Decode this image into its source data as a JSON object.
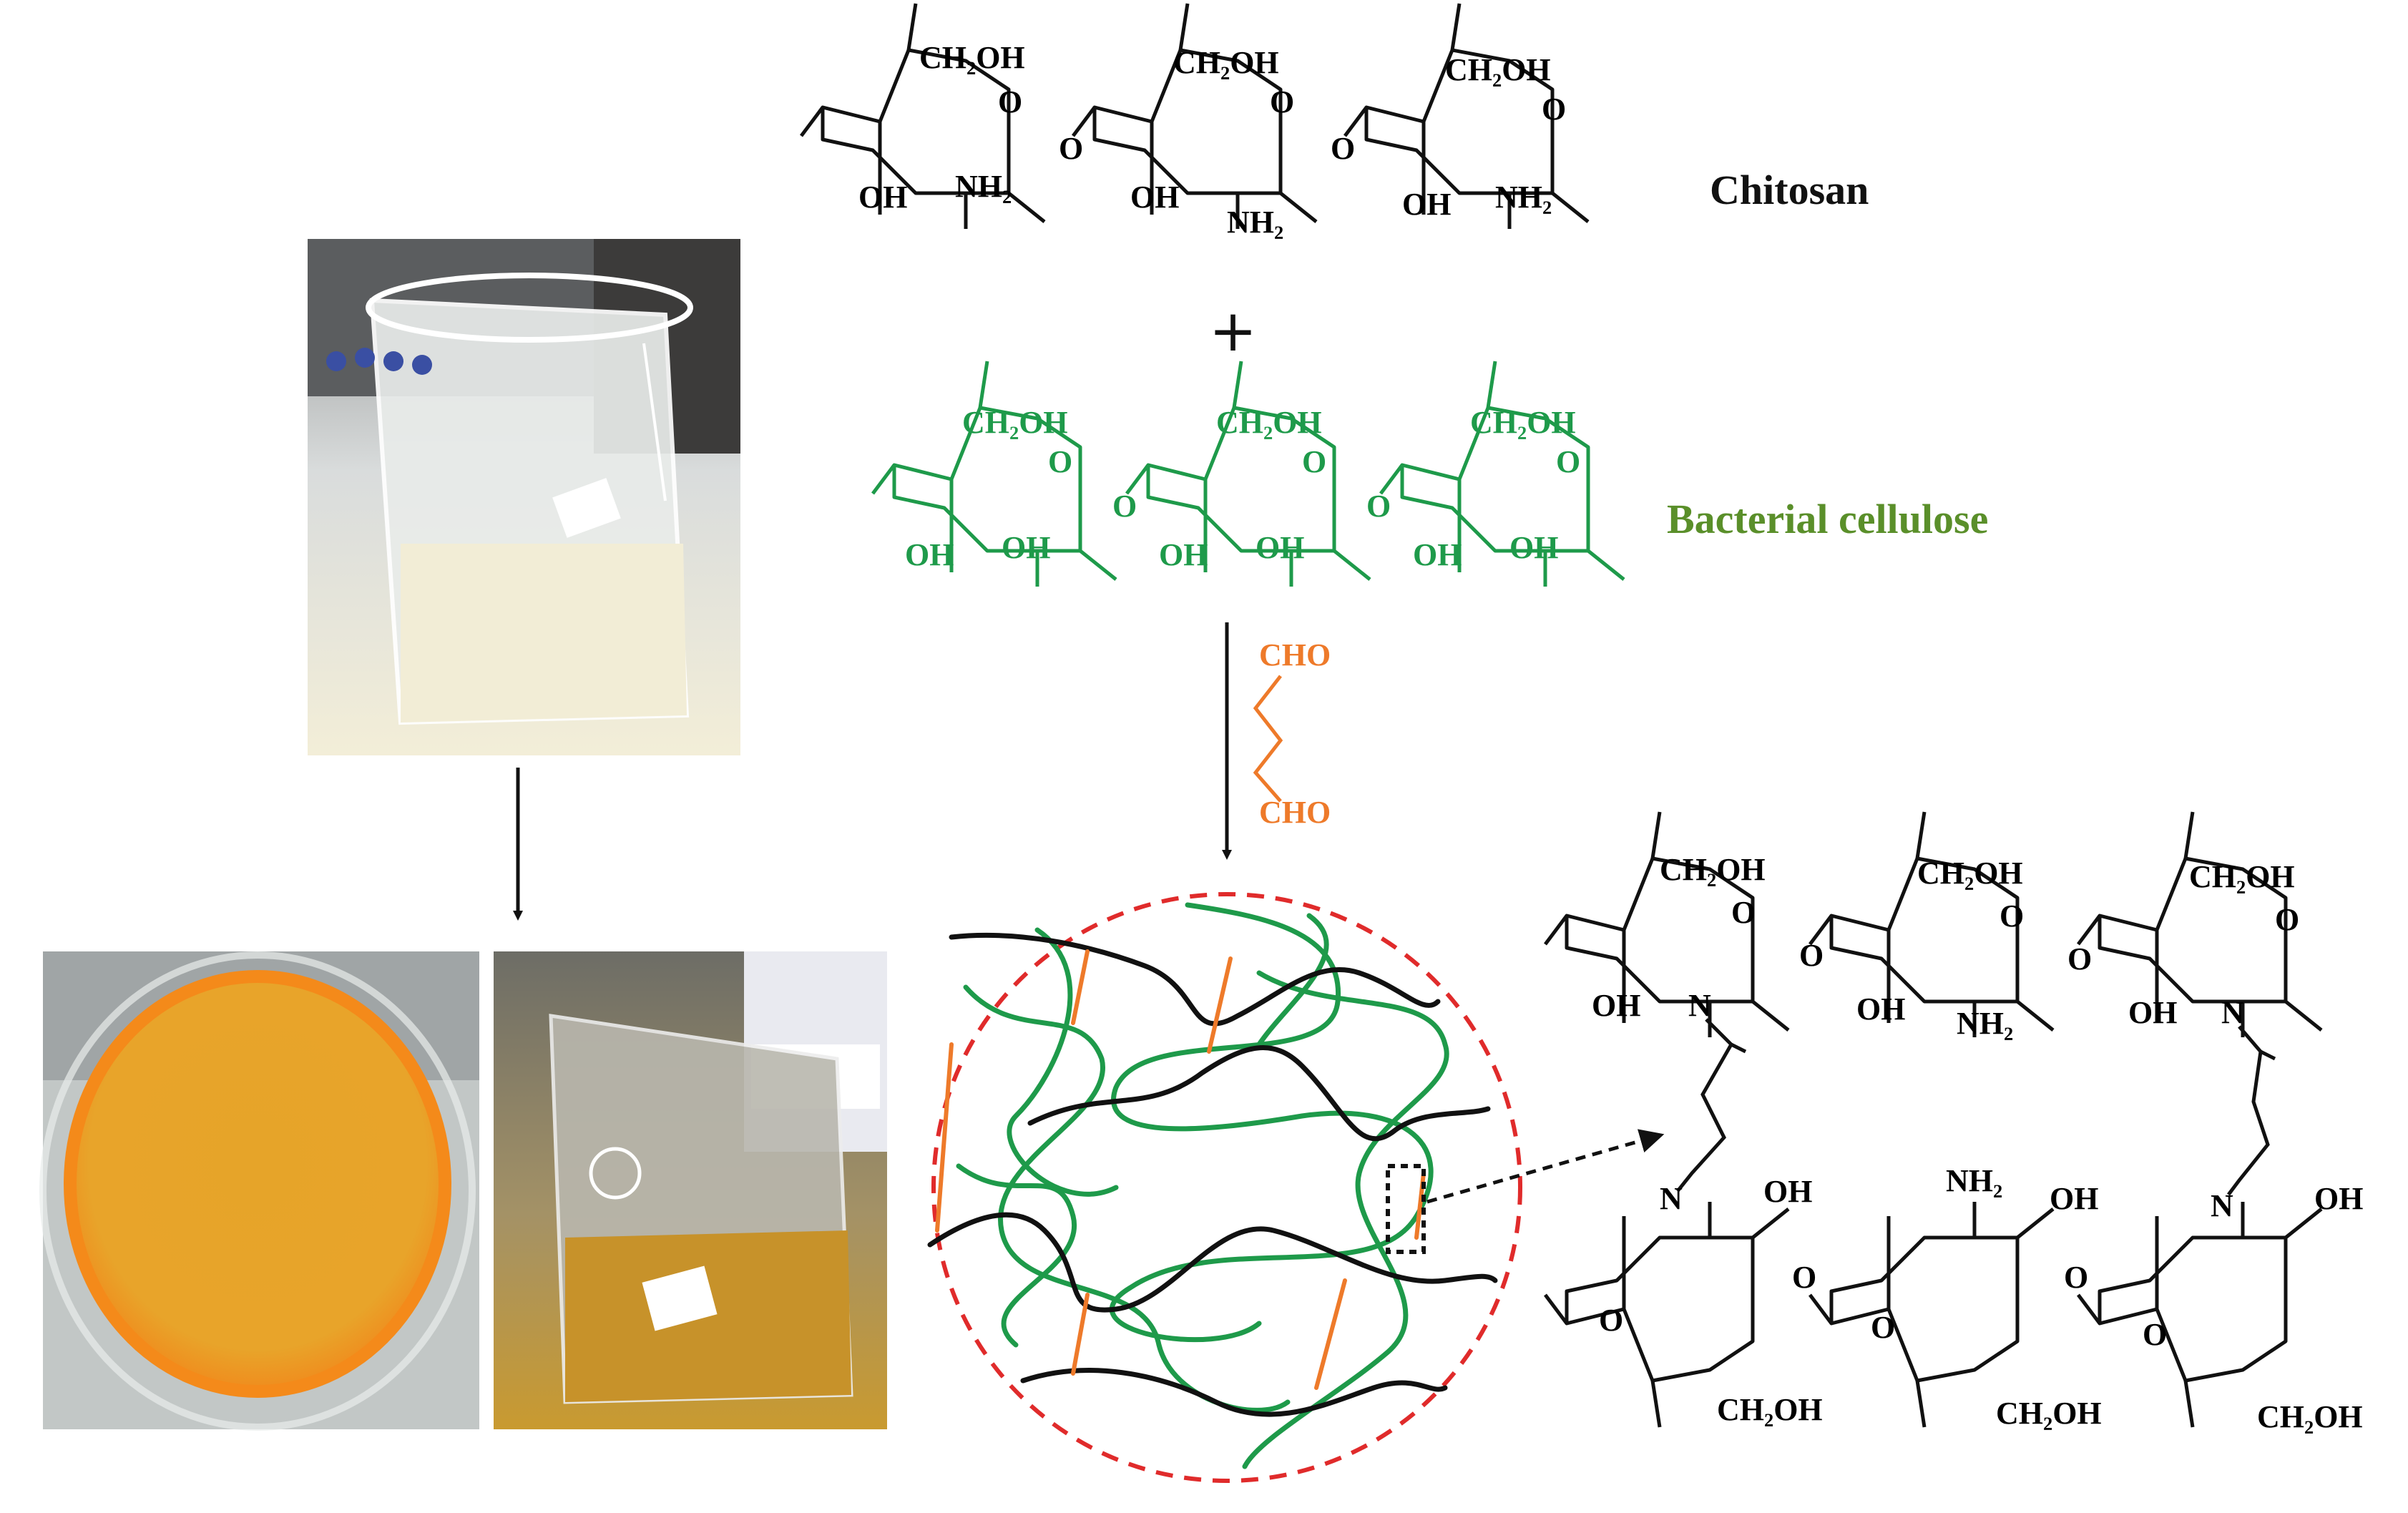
{
  "labels": {
    "chitosan": "Chitosan",
    "bacterial_cellulose": "Bacterial cellulose",
    "plus": "+"
  },
  "groups": {
    "ch2oh": "CH₂OH",
    "oh": "OH",
    "nh2": "NH₂",
    "o": "O",
    "n": "N",
    "cho": "CHO"
  },
  "colors": {
    "black": "#111111",
    "green": "#1e9a4a",
    "green_label": "#5a8f2a",
    "orange": "#ee7a2a",
    "red_dash": "#e02b2b"
  },
  "photos": {
    "beaker_top": "beaker-photo",
    "petri_dish": "petri-dish-photo",
    "beaker_bottom": "amber-beaker-photo"
  }
}
